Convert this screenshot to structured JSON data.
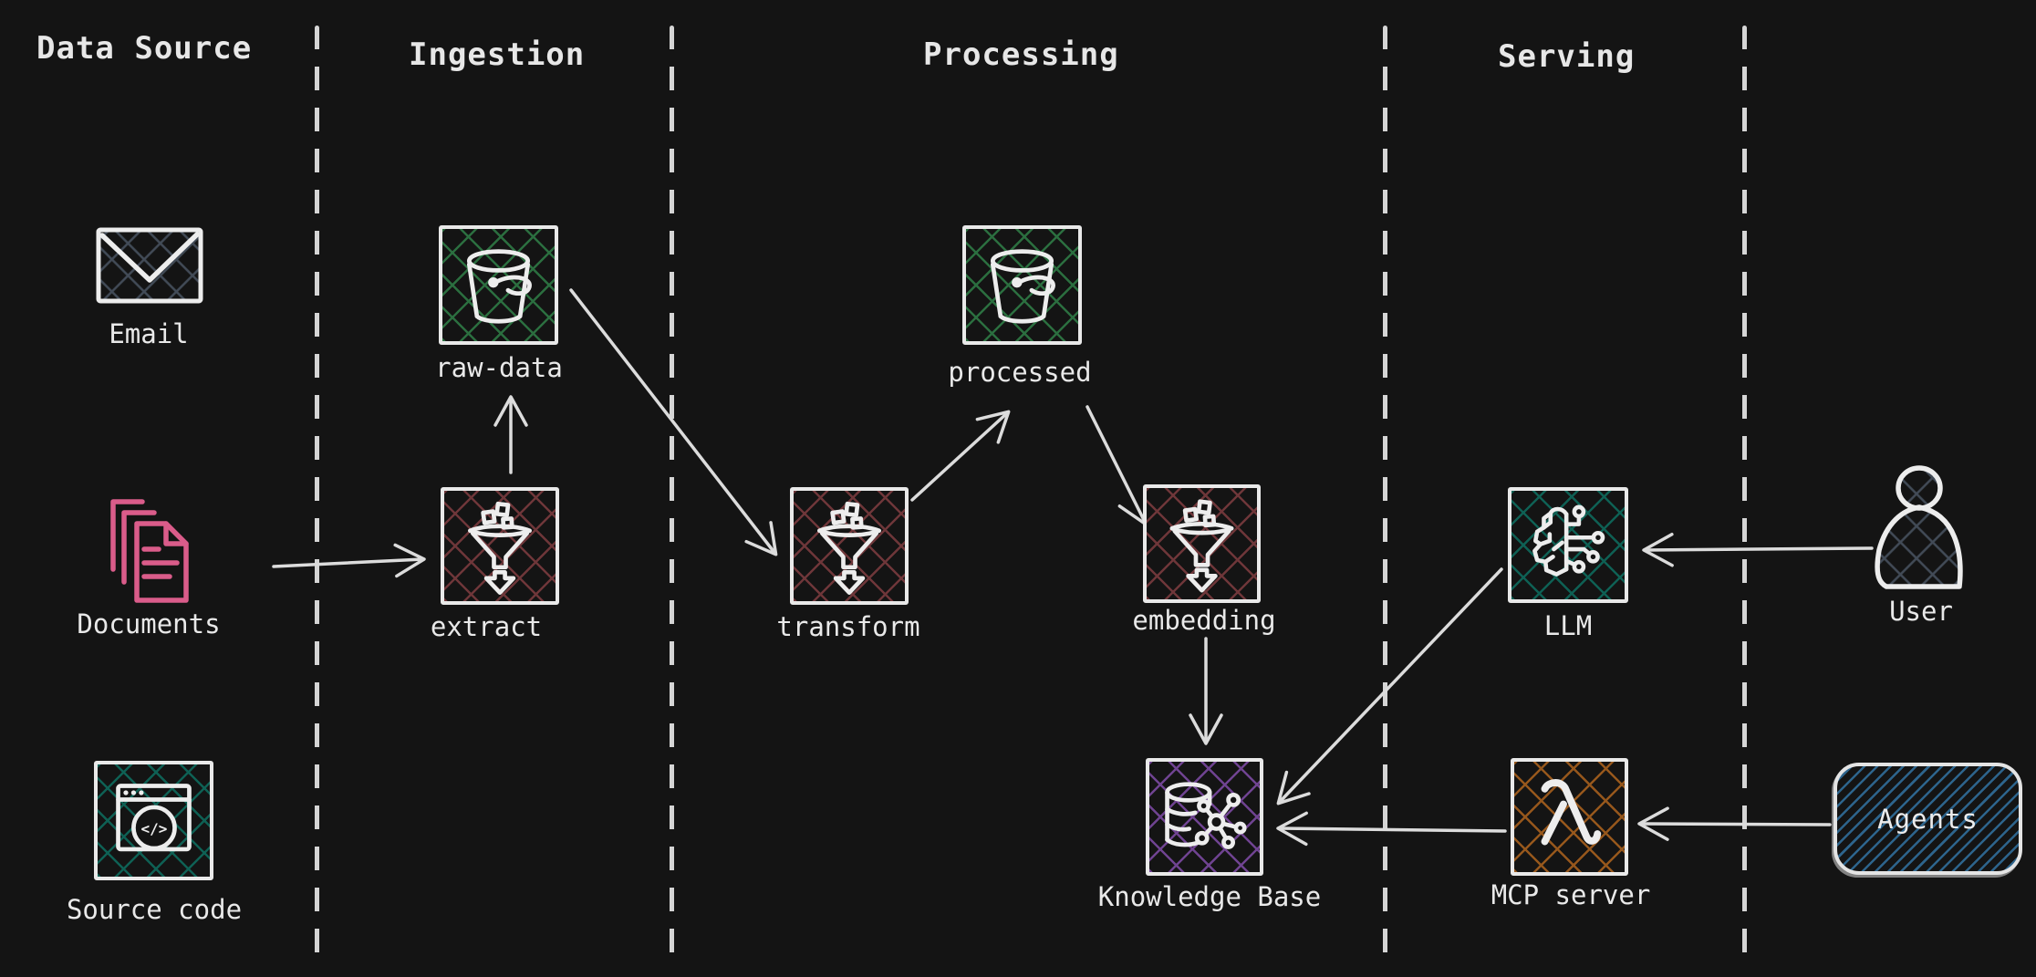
{
  "sections": [
    {
      "label": "Data Source"
    },
    {
      "label": "Ingestion"
    },
    {
      "label": "Processing"
    },
    {
      "label": "Serving"
    }
  ],
  "nodes": {
    "email": {
      "label": "Email",
      "section": "Data Source",
      "icon": "envelope-icon",
      "color": "#424b57"
    },
    "documents": {
      "label": "Documents",
      "section": "Data Source",
      "icon": "documents-icon",
      "color": "#da5c8a"
    },
    "source_code": {
      "label": "Source code",
      "section": "Data Source",
      "icon": "code-window-icon",
      "color": "#0e6054",
      "glyph_text": "</>"
    },
    "raw_data": {
      "label": "raw-data",
      "section": "Ingestion",
      "icon": "s3-bucket-icon",
      "color": "#2b6e3f"
    },
    "extract": {
      "label": "extract",
      "section": "Ingestion",
      "icon": "funnel-icon",
      "color": "#6e3639"
    },
    "transform": {
      "label": "transform",
      "section": "Processing",
      "icon": "funnel-icon",
      "color": "#6e3639"
    },
    "processed": {
      "label": "processed",
      "section": "Processing",
      "icon": "s3-bucket-icon",
      "color": "#2b6e3f"
    },
    "embedding": {
      "label": "embedding",
      "section": "Processing",
      "icon": "funnel-icon",
      "color": "#6e3639"
    },
    "knowledge_base": {
      "label": "Knowledge Base",
      "section": "Processing",
      "icon": "database-graph-icon",
      "color": "#6f4391"
    },
    "llm": {
      "label": "LLM",
      "section": "Serving",
      "icon": "brain-circuit-icon",
      "color": "#0e6054"
    },
    "mcp_server": {
      "label": "MCP server",
      "section": "Serving",
      "icon": "lambda-icon",
      "color": "#96571c"
    },
    "user": {
      "label": "User",
      "section": "external",
      "icon": "person-icon",
      "color": "#424b57"
    },
    "agents": {
      "label": "Agents",
      "section": "external",
      "icon": "rounded-box",
      "color": "#2d648c"
    }
  },
  "edges": [
    {
      "from": "documents",
      "to": "extract"
    },
    {
      "from": "extract",
      "to": "raw_data"
    },
    {
      "from": "raw_data",
      "to": "transform"
    },
    {
      "from": "transform",
      "to": "processed"
    },
    {
      "from": "processed",
      "to": "embedding"
    },
    {
      "from": "embedding",
      "to": "knowledge_base"
    },
    {
      "from": "llm",
      "to": "knowledge_base"
    },
    {
      "from": "mcp_server",
      "to": "knowledge_base"
    },
    {
      "from": "user",
      "to": "llm"
    },
    {
      "from": "agents",
      "to": "mcp_server"
    }
  ],
  "colors": {
    "background": "#141414",
    "stroke": "#ededed",
    "text": "#e7e7e7",
    "divider": "#d5d5d5",
    "green": "#2b6e3f",
    "maroon": "#6e3639",
    "teal": "#0e6054",
    "purple": "#6f4391",
    "orange": "#96571c",
    "slate": "#424b57",
    "pink": "#da5c8a",
    "blue": "#2d648c"
  }
}
